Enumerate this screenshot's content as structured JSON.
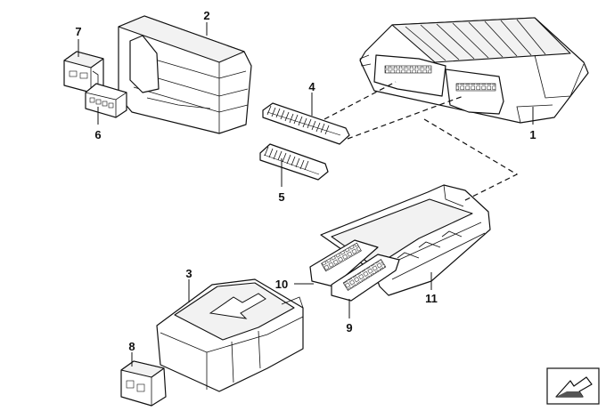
{
  "callouts": {
    "c1": "1",
    "c2": "2",
    "c3": "3",
    "c4": "4",
    "c5": "5",
    "c6": "6",
    "c7": "7",
    "c8": "8",
    "c9": "9",
    "c10": "10",
    "c11": "11"
  },
  "icons": {
    "corner": "direction-arrow-icon"
  }
}
